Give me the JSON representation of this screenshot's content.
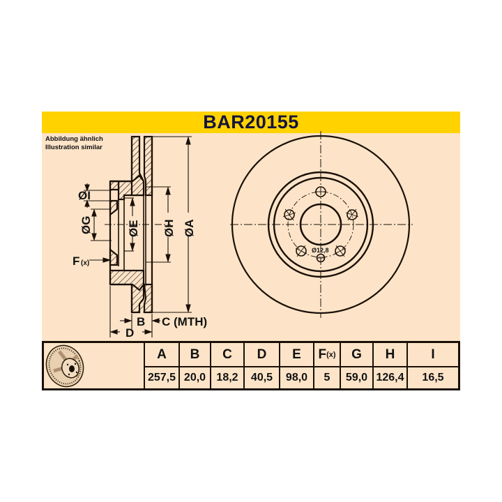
{
  "header": {
    "part_number": "BAR20155",
    "note_de": "Abbildung ähnlich",
    "note_en": "Illustration similar"
  },
  "side_view": {
    "labels": {
      "dia_I": "ØI",
      "dia_G": "ØG",
      "dia_E": "ØE",
      "dia_H": "ØH",
      "dia_A": "ØA",
      "F": "F",
      "F_sub": "(x)",
      "B": "B",
      "C": "C (MTH)",
      "D": "D"
    }
  },
  "front_view": {
    "bolt_hole_label": "Ø12,8",
    "bolt_holes": 5
  },
  "table": {
    "thumbnail": "brake-disc-icon",
    "columns": [
      {
        "key": "A",
        "label": "A",
        "sub": "",
        "value": "257,5"
      },
      {
        "key": "B",
        "label": "B",
        "sub": "",
        "value": "20,0"
      },
      {
        "key": "C",
        "label": "C",
        "sub": "",
        "value": "18,2"
      },
      {
        "key": "D",
        "label": "D",
        "sub": "",
        "value": "40,5"
      },
      {
        "key": "E",
        "label": "E",
        "sub": "",
        "value": "98,0"
      },
      {
        "key": "F",
        "label": "F",
        "sub": "(x)",
        "value": "5"
      },
      {
        "key": "G",
        "label": "G",
        "sub": "",
        "value": "59,0"
      },
      {
        "key": "H",
        "label": "H",
        "sub": "",
        "value": "126,4"
      },
      {
        "key": "I",
        "label": "I",
        "sub": "",
        "value": "16,5"
      }
    ]
  },
  "colors": {
    "title_bar": "#ffd200",
    "title_text": "#14143c",
    "background": "#fde4c8",
    "lines": "#1a1008"
  }
}
